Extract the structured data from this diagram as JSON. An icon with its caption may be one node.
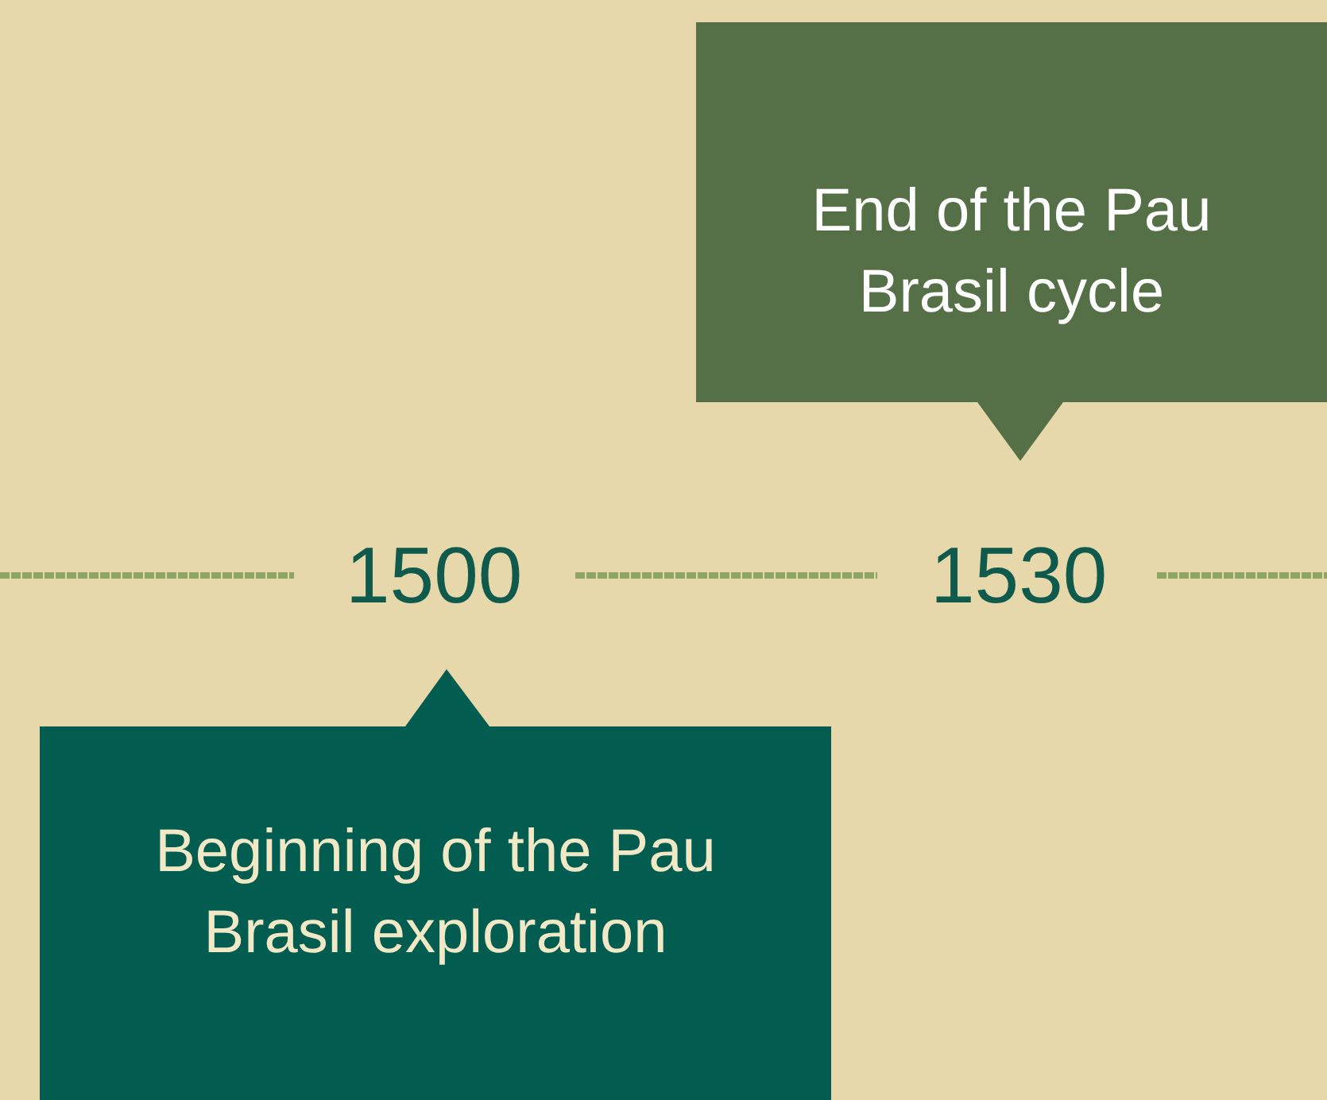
{
  "diagram": {
    "nodes": [
      {
        "text": [
          "End of the Pau Brasil cycle"
        ]
      },
      {
        "text": [
          "Beginning of the Pau Brasil exploration"
        ]
      }
    ],
    "labels": [
      "1500",
      "1530"
    ]
  }
}
